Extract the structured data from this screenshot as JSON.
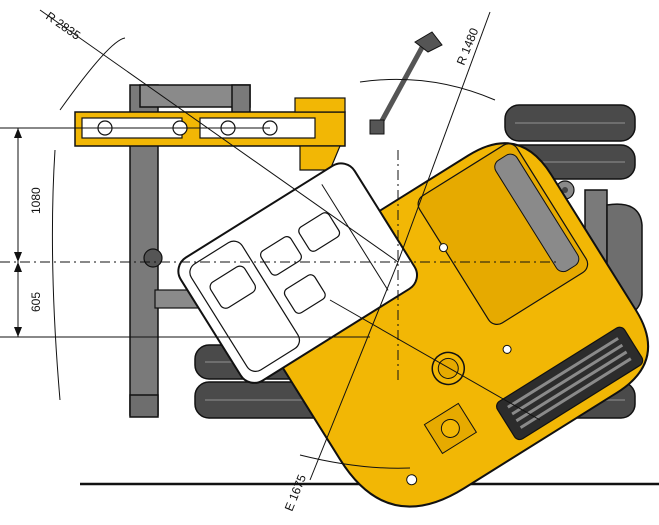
{
  "colors": {
    "body_yellow": "#f2b705",
    "body_yellow_dark": "#d89c00",
    "track_dark": "#4a4a4a",
    "track_mid": "#6e6e6e",
    "frame_gray": "#8a8a8a",
    "cab_white": "#ffffff",
    "grille_dark": "#2c2c2c",
    "line": "#111111"
  },
  "labels": {
    "radius_front": "R 2835",
    "radius_rear": "R 1480",
    "dim_upper": "1080",
    "dim_lower": "605",
    "dim_tail": "E 1675"
  }
}
